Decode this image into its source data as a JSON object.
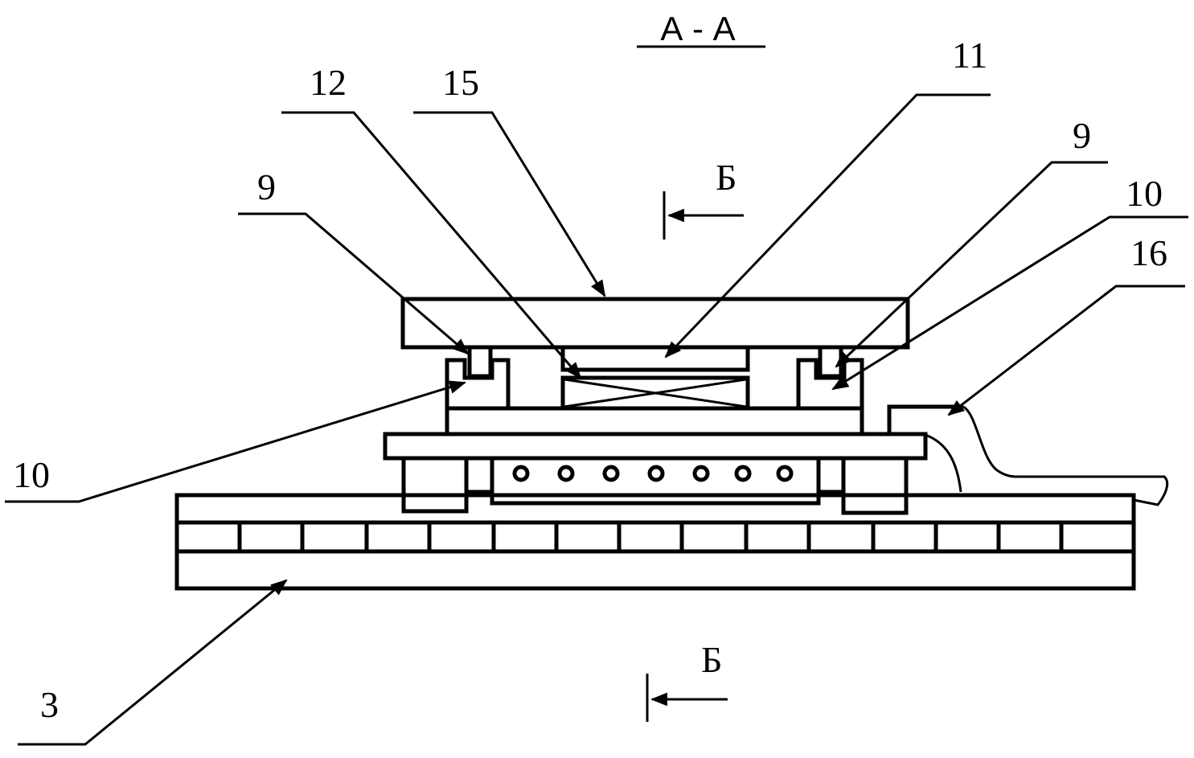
{
  "section_title": "А - А",
  "section_marks": {
    "top": "Б",
    "bottom": "Б"
  },
  "callouts": {
    "c12": "12",
    "c15": "15",
    "c11": "11",
    "c9_left": "9",
    "c9_right": "9",
    "c10_right": "10",
    "c16": "16",
    "c10_left": "10",
    "c3": "3"
  },
  "colors": {
    "ink": "#000000",
    "background": "#ffffff"
  }
}
